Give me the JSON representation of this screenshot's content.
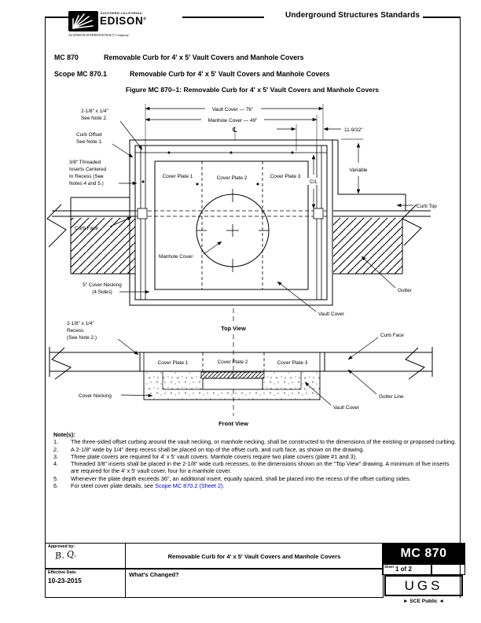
{
  "header": {
    "brand_small": "SOUTHERN CALIFORNIA",
    "brand_large": "EDISON",
    "brand_reg": "®",
    "brand_tagline": "An EDISON INTERNATIONAL® Company",
    "doc_title": "Underground Structures Standards"
  },
  "title_block": {
    "code": "MC 870",
    "code_title": "Removable Curb for 4' x 5' Vault Covers and Manhole Covers",
    "scope_code": "Scope MC 870.1",
    "scope_title": "Removable Curb for 4' x 5' Vault Covers and Manhole Covers",
    "figure_caption": "Figure MC 870–1: Removable Curb for 4' x 5' Vault Covers and Manhole Covers"
  },
  "figure": {
    "dims": {
      "vault_width": "Vault Cover — 76\"",
      "manhole_width": "Manhole Cover — 49\"",
      "centerline": "℄",
      "offset": "11-9/32\"",
      "cl": "C/L",
      "variable": "Variable"
    },
    "top": {
      "recess_1": "2-1/8\" x 1/4\"",
      "recess_2": "See Note 2.",
      "offset_1": "Curb Offset",
      "offset_2": "See Note 1.",
      "inserts_1": "3/8\" Threaded",
      "inserts_2": "Inserts Centered",
      "inserts_3": "In Recess (See",
      "inserts_4": "Notes 4 and 5.)",
      "curb_face": "Curb Face",
      "necking_1": "5\" Cover Necking",
      "necking_2": "(4 Sides)",
      "manhole_cover": "Manhole Cover",
      "plate_1": "Cover Plate 1",
      "plate_2": "Cover Plate 2",
      "plate_3": "Cover Plate 3",
      "vault_cover": "Vault Cover",
      "gutter": "Gutter",
      "curb_top": "Curb Top",
      "caption": "Top View"
    },
    "front": {
      "recess_1": "2-1/8\" x 1/4\"",
      "recess_2": "Recess",
      "recess_3": "(See Note 2.)",
      "cover_necking": "Cover Necking",
      "curb_face": "Curb Face",
      "gutter_line": "Gutter Line",
      "vault_cover": "Vault Cover",
      "plate_1": "Cover Plate 1",
      "plate_2": "Cover Plate 2",
      "plate_3": "Cover Plate 3",
      "caption": "Front View"
    }
  },
  "notes": {
    "heading": "Note(s):",
    "items": [
      {
        "num": "1.",
        "text": "The three-sided offset curbing around the vault necking, or manhole necking, shall be constructed to the dimensions of the existing or proposed curbing."
      },
      {
        "num": "2.",
        "text": "A 2-1/8\" wide by 1/4\" deep recess shall be placed on top of the offset curb, and curb face, as shown on the drawing."
      },
      {
        "num": "3.",
        "text": "Three plate covers are required for 4' x 5' vault covers. Manhole covers require two plate covers (plate #1 and 3)."
      },
      {
        "num": "4.",
        "text": "Threaded 3/8\" inserts shall be placed in the 2-1/8\" wide curb recesses, to the dimensions shown on the \"Top View\" drawing. A minimum of five inserts are required for the 4' x 5' vault cover, four for a manhole cover."
      },
      {
        "num": "5.",
        "text": "Whenever the plate depth exceeds 36\", an additional insert, equally spaced, shall be placed into the recess of the offset curbing sides."
      },
      {
        "num": "6.",
        "text": "For steel cover plate details, see ",
        "link": "Scope MC 870.2 (Sheet 2)",
        "after": "."
      }
    ]
  },
  "footer": {
    "approved_label": "Approved by:",
    "signature": "B. Q.",
    "effective_label": "Effective Date:",
    "effective_date": "10-23-2015",
    "sheet_title": "Removable Curb for 4' x 5' Vault Covers and Manhole Covers",
    "whats_changed": "What's Changed?",
    "doc_number": "MC 870",
    "sheet_label": "Sheet",
    "sheet_value": "1 of 2",
    "org": "UGS",
    "classification": "► SCE Public ◄"
  }
}
